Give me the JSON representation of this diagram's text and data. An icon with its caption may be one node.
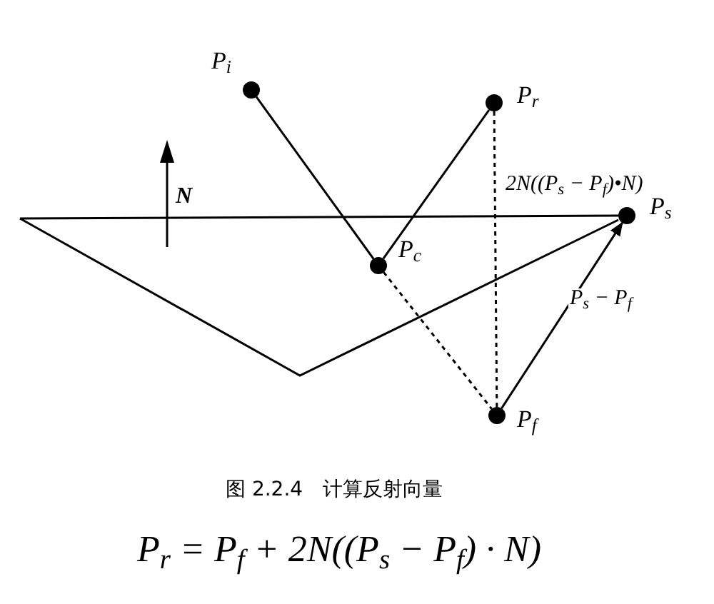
{
  "diagram": {
    "caption": "图 2.2.4　计算反射向量",
    "nodes": [
      {
        "text": [],
        "shape": "circle",
        "beside": [
          "P$_{i}$"
        ]
      },
      {
        "text": [],
        "shape": "circle",
        "beside": [
          "P$_{r}$"
        ]
      },
      {
        "text": [],
        "shape": "circle",
        "beside": [
          "P$_{c}$"
        ]
      },
      {
        "text": [],
        "shape": "circle",
        "beside": [
          "P$_{s}$"
        ]
      },
      {
        "text": [],
        "shape": "circle",
        "beside": [
          "P$_{f}$"
        ]
      }
    ],
    "edges": [
      {
        "from": 0,
        "to": 2,
        "arrow": "none"
      },
      {
        "from": 2,
        "to": 1,
        "arrow": "none"
      },
      {
        "from": 2,
        "to": 4,
        "arrow": "none",
        "style": "dashed"
      },
      {
        "from": 1,
        "to": 4,
        "arrow": "none",
        "style": "dashed",
        "label": "2N((P$_{s}$ − P$_{f}$)•N)"
      },
      {
        "from": 4,
        "to": 3,
        "arrow": "to",
        "label": "P$_{s}$ − P$_{f}$"
      }
    ],
    "labels": [
      "N",
      "P$_{r}$ = P$_{f}$ + 2N((P$_{s}$ − P$_{f}$) · N)"
    ]
  }
}
